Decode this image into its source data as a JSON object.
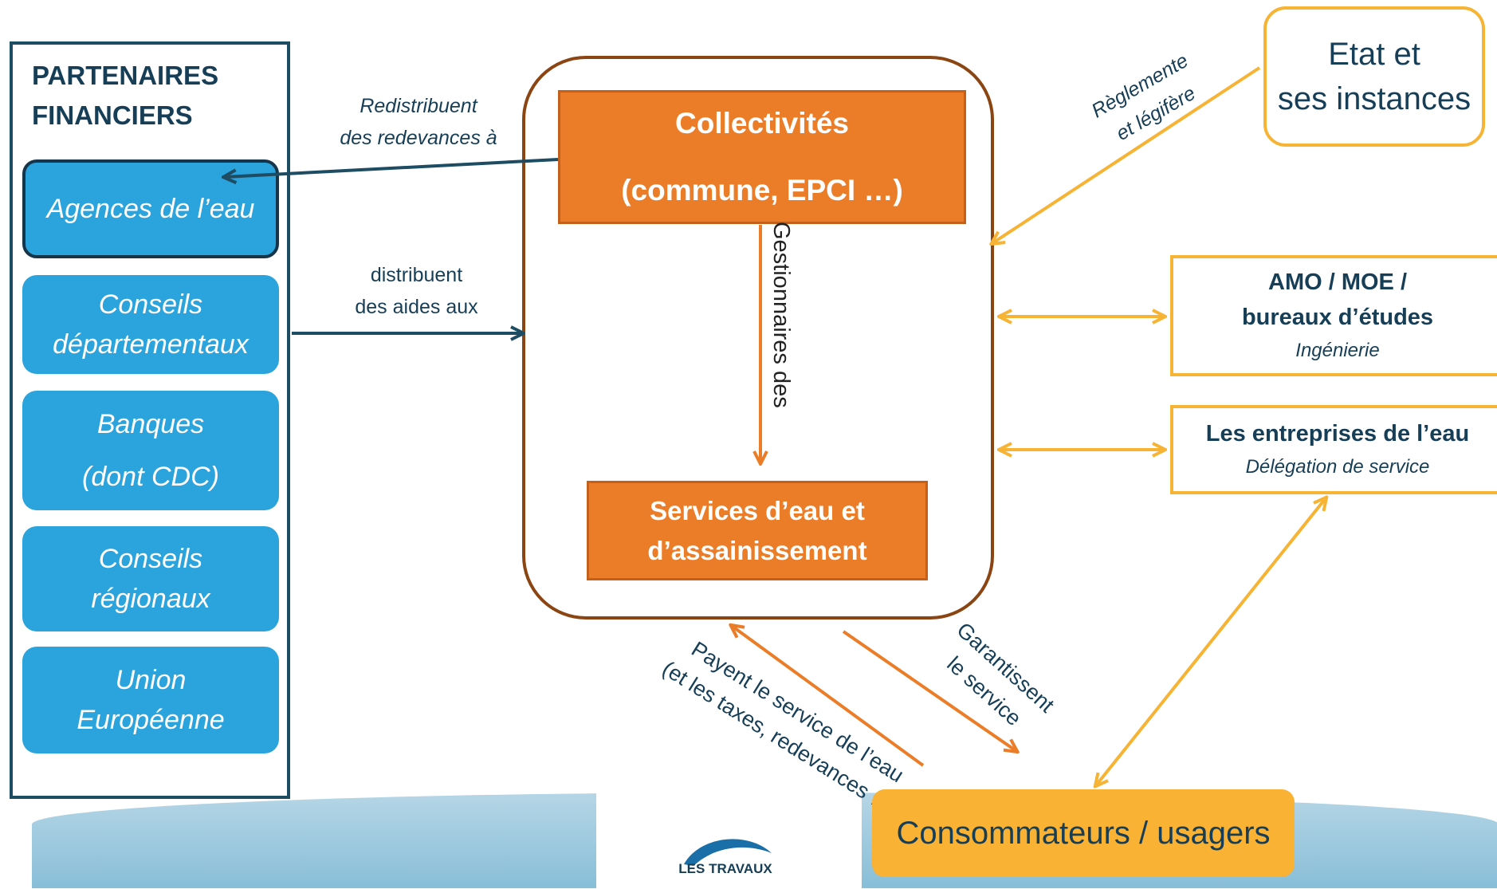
{
  "partners_panel": {
    "title_line1": "PARTENAIRES",
    "title_line2": "FINANCIERS",
    "items": [
      {
        "line1": "Agences de l’eau",
        "line2": ""
      },
      {
        "line1": "Conseils",
        "line2": "départementaux"
      },
      {
        "line1": "Banques",
        "line2": "(dont CDC)"
      },
      {
        "line1": "Conseils",
        "line2": "régionaux"
      },
      {
        "line1": "Union",
        "line2": "Européenne"
      }
    ]
  },
  "central": {
    "collectivites_line1": "Collectivités",
    "collectivites_line2": "(commune, EPCI …)",
    "gestionnaires": "Gestionnaires des",
    "services_line1": "Services d’eau et",
    "services_line2": "d’assainissement"
  },
  "arrows": {
    "redistribuent_line1": "Redistribuent",
    "redistribuent_line2": "des redevances à",
    "distribuent_line1": "distribuent",
    "distribuent_line2": "des aides aux",
    "reglemente_line1": "Règlemente",
    "reglemente_line2": "et légifère",
    "payent_line1": "Payent le service de l’eau",
    "payent_line2": "(et les taxes, redevances …)",
    "garantissent_line1": "Garantissent",
    "garantissent_line2": "le service"
  },
  "right": {
    "etat_line1": "Etat et",
    "etat_line2": "ses instances",
    "amo_line1": "AMO / MOE /",
    "amo_line2": "bureaux d’études",
    "amo_sub": "Ingénierie",
    "entreprises_title": "Les entreprises de l’eau",
    "entreprises_sub": "Délégation de service"
  },
  "bottom": {
    "consommateurs": "Consommateurs / usagers",
    "logo_text": "LES TRAVAUX"
  },
  "colors": {
    "partner_blue": "#2ba3dc",
    "dark_navy": "#173e57",
    "orange": "#ec7d28",
    "yellow_orange": "#f6b334",
    "frame_brown": "#8b4513"
  }
}
